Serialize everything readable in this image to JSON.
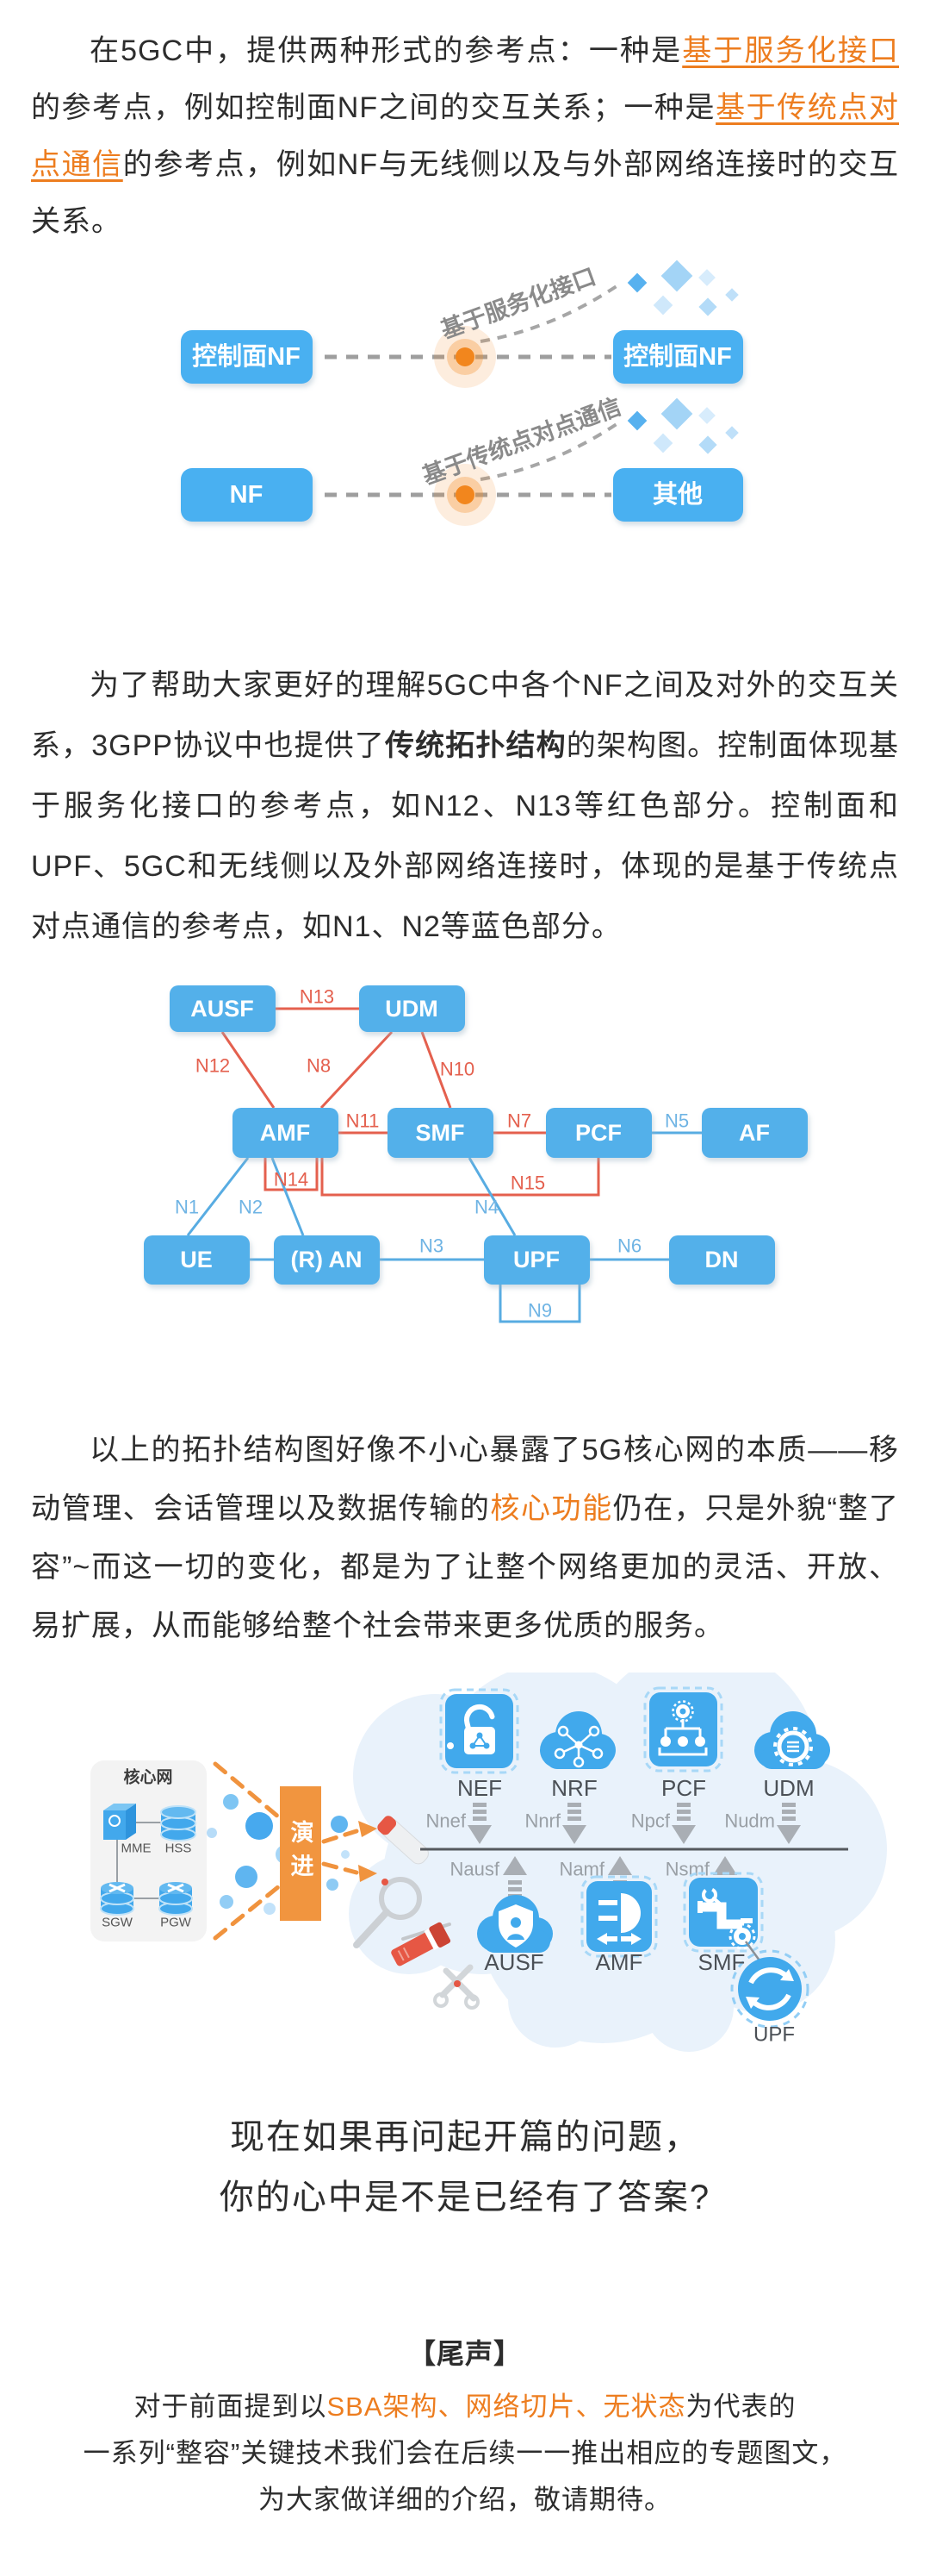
{
  "colors": {
    "accent_orange": "#ed7d1f",
    "node_blue": "#49b0f1",
    "red_line": "#e4604e",
    "blue_line": "#58ace2",
    "icon_blue": "#41a9ec",
    "evolve_orange": "#f1953f",
    "glow_orange": "#f2861d"
  },
  "paragraph1": {
    "t1": "在5GC中，提供两种形式的参考点：一种是",
    "link1": "基于服务化接口",
    "t2": "的参考点，例如控制面NF之间的交互关系；一种是",
    "link2": "基于传统点对点通信",
    "t3": "的参考点，例如NF与无线侧以及与外部网络连接时的交互关系。"
  },
  "diagram1": {
    "row_a": {
      "left": "控制面NF",
      "right": "控制面NF",
      "connection_label": "基于服务化接口"
    },
    "row_b": {
      "left": "NF",
      "right": "其他",
      "connection_label": "基于传统点对点通信"
    }
  },
  "paragraph2": {
    "t1": "为了帮助大家更好的理解5GC中各个NF之间及对外的交互关系，3GPP协议中也提供了",
    "bold1": "传统拓扑结构",
    "t2": "的架构图。控制面体现基于服务化接口的参考点，如N12、N13等红色部分。控制面和UPF、5GC和无线侧以及外部网络连接时，体现的是基于传统点对点通信的参考点，如N1、N2等蓝色部分。"
  },
  "topology": {
    "nodes": {
      "ausf": "AUSF",
      "udm": "UDM",
      "amf": "AMF",
      "smf": "SMF",
      "pcf": "PCF",
      "af": "AF",
      "ue": "UE",
      "ran": "(R) AN",
      "upf": "UPF",
      "dn": "DN"
    },
    "edges": {
      "n1": "N1",
      "n2": "N2",
      "n3": "N3",
      "n4": "N4",
      "n5": "N5",
      "n6": "N6",
      "n7": "N7",
      "n8": "N8",
      "n9": "N9",
      "n10": "N10",
      "n11": "N11",
      "n12": "N12",
      "n13": "N13",
      "n14": "N14",
      "n15": "N15"
    }
  },
  "paragraph3": {
    "t1": "以上的拓扑结构图好像不小心暴露了5G核心网的本质——移动管理、会话管理以及数据传输的",
    "orange1": "核心功能",
    "t2": "仍在，只是外貌“整了容”~而这一切的变化，都是为了让整个网络更加的灵活、开放、易扩展，从而能够给整个社会带来更多优质的服务。"
  },
  "evolution": {
    "legacy_title": "核心网",
    "legacy_nodes": [
      "MME",
      "HSS",
      "SGW",
      "PGW"
    ],
    "arrow_label": "演进",
    "top_nfs": [
      "NEF",
      "NRF",
      "PCF",
      "UDM"
    ],
    "top_interfaces": [
      "Nnef",
      "Nnrf",
      "Npcf",
      "Nudm"
    ],
    "bottom_interfaces": [
      "Nausf",
      "Namf",
      "Nsmf"
    ],
    "bottom_nfs": [
      "AUSF",
      "AMF",
      "SMF"
    ],
    "upf_label": "UPF",
    "icons": {
      "nef": "open-lock-icon",
      "nrf": "network-cloud-icon",
      "pcf": "flowchart-icon",
      "udm": "gear-database-cloud-icon",
      "ausf": "shield-user-cloud-icon",
      "amf": "plug-icon",
      "smf": "pipe-wrench-icon",
      "upf": "transfer-circle-icon",
      "mme": "server-icon",
      "hss": "database-icon",
      "sgw": "router-icon",
      "pgw": "router-icon",
      "decorations": [
        "mirror-icon",
        "highlighter-icon",
        "lipstick-icon",
        "scissors-icon"
      ]
    }
  },
  "question": {
    "line1": "现在如果再问起开篇的问题，",
    "line2": "你的心中是不是已经有了答案?"
  },
  "footer": {
    "heading": "【尾声】",
    "line1_pre": "对于前面提到以",
    "line1_highlight": "SBA架构、网络切片、无状态",
    "line1_post": "为代表的",
    "line2": "一系列“整容”关键技术我们会在后续一一推出相应的专题图文，",
    "line3": "为大家做详细的介绍，敬请期待。"
  }
}
